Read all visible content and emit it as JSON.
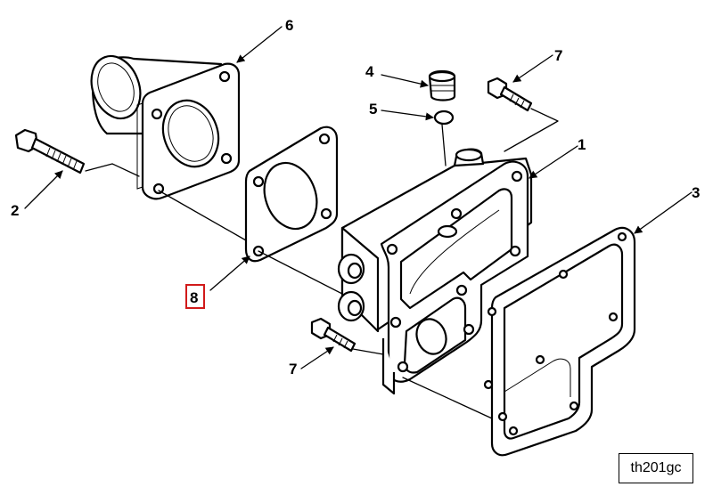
{
  "callouts": {
    "c1": "1",
    "c2": "2",
    "c3": "3",
    "c4": "4",
    "c5": "5",
    "c6": "6",
    "c7a": "7",
    "c7b": "7",
    "c8": "8"
  },
  "figure_id": "th201gc",
  "highlight_color": "#d11a1a"
}
